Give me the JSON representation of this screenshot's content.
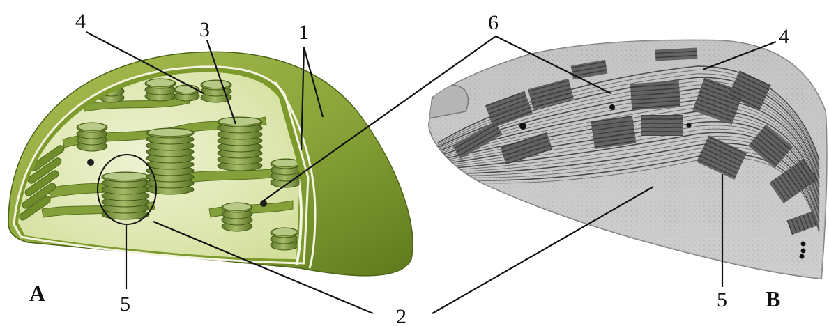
{
  "figure": {
    "panels": [
      {
        "id": "A",
        "label": "A",
        "content": "illustration"
      },
      {
        "id": "B",
        "label": "B",
        "content": "micrograph"
      }
    ],
    "callouts": [
      "1",
      "2",
      "3",
      "4",
      "5",
      "6"
    ],
    "labels": {
      "n1": "1",
      "n2": "2",
      "n3": "3",
      "n4_left": "4",
      "n4_right": "4",
      "n5_left": "5",
      "n5_right": "5",
      "n6": "6",
      "panel_a": "A",
      "panel_b": "B"
    }
  }
}
